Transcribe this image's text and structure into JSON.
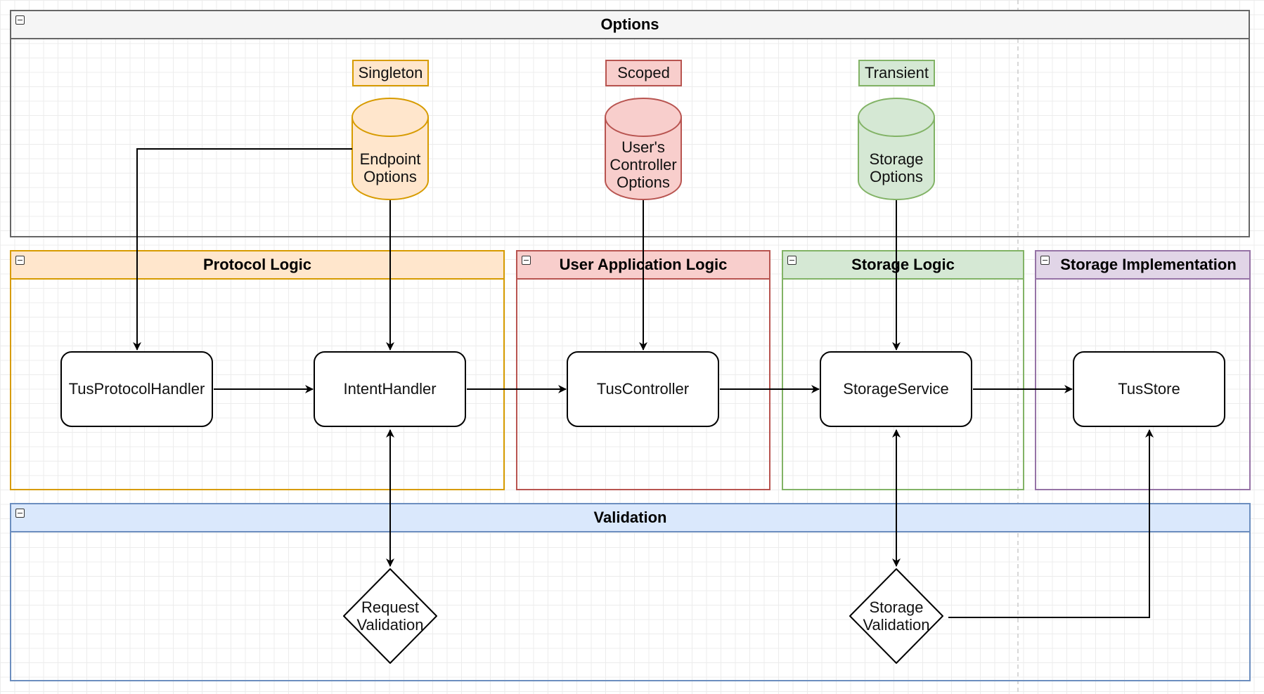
{
  "pools": {
    "options": "Options",
    "protocol": "Protocol Logic",
    "user_app": "User Application Logic",
    "storage_logic": "Storage Logic",
    "storage_impl": "Storage Implementation",
    "validation": "Validation"
  },
  "lifetimes": {
    "singleton": "Singleton",
    "scoped": "Scoped",
    "transient": "Transient"
  },
  "option_stores": {
    "endpoint": "Endpoint\nOptions",
    "user_controller": "User's\nController\nOptions",
    "storage": "Storage\nOptions"
  },
  "nodes": {
    "tus_protocol_handler": "TusProtocolHandler",
    "intent_handler": "IntentHandler",
    "tus_controller": "TusController",
    "storage_service": "StorageService",
    "tus_store": "TusStore"
  },
  "validators": {
    "request": "Request\nValidation",
    "storage": "Storage\nValidation"
  },
  "colors": {
    "options_border": "#666666",
    "options_fill": "#f5f5f5",
    "orange_border": "#d79b00",
    "orange_fill": "#ffe6cc",
    "red_border": "#b85450",
    "red_fill": "#f8cecc",
    "green_border": "#82b366",
    "green_fill": "#d5e8d4",
    "purple_border": "#9673a6",
    "purple_fill": "#e1d5e7",
    "blue_border": "#6c8ebf",
    "blue_fill": "#dae8fc"
  }
}
